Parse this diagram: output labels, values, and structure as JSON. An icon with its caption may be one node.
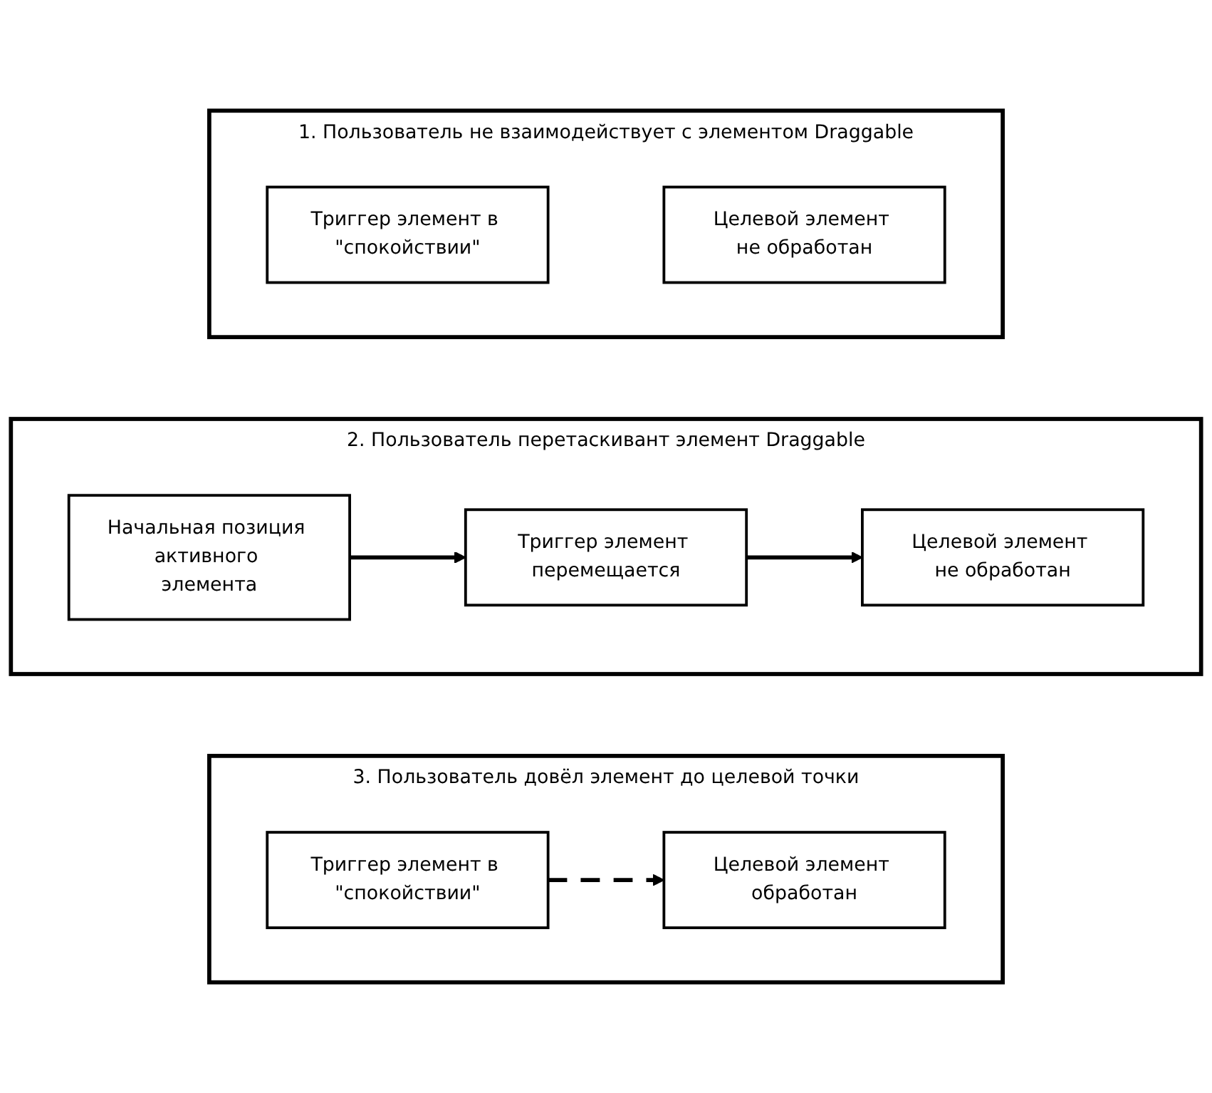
{
  "diagram": {
    "nodes": [
      {
        "text": [
          "1. Пользователь не взаимодействует с элементом Draggable"
        ]
      },
      {
        "text": [
          "Триггер элемент в \"спокойствии\""
        ],
        "in": 0
      },
      {
        "text": [
          "Целевой элемент не обработан"
        ],
        "in": 0
      },
      {
        "text": [
          "2. Пользователь перетаскивант элемент Draggable"
        ]
      },
      {
        "text": [
          "Начальная позиция активного элемента"
        ],
        "in": 3
      },
      {
        "text": [
          "Триггер элемент перемещается"
        ],
        "in": 3
      },
      {
        "text": [
          "Целевой элемент не обработан"
        ],
        "in": 3
      },
      {
        "text": [
          "3. Пользователь довёл элемент до целевой точки"
        ]
      },
      {
        "text": [
          "Триггер элемент в \"спокойствии\""
        ],
        "in": 7
      },
      {
        "text": [
          "Целевой элемент обработан"
        ],
        "in": 7
      }
    ],
    "edges": [
      {
        "from": 4,
        "to": 5,
        "arrow": "to"
      },
      {
        "from": 5,
        "to": 6,
        "arrow": "to"
      },
      {
        "from": 8,
        "to": 9,
        "arrow": "to",
        "style": "dashed"
      }
    ]
  }
}
